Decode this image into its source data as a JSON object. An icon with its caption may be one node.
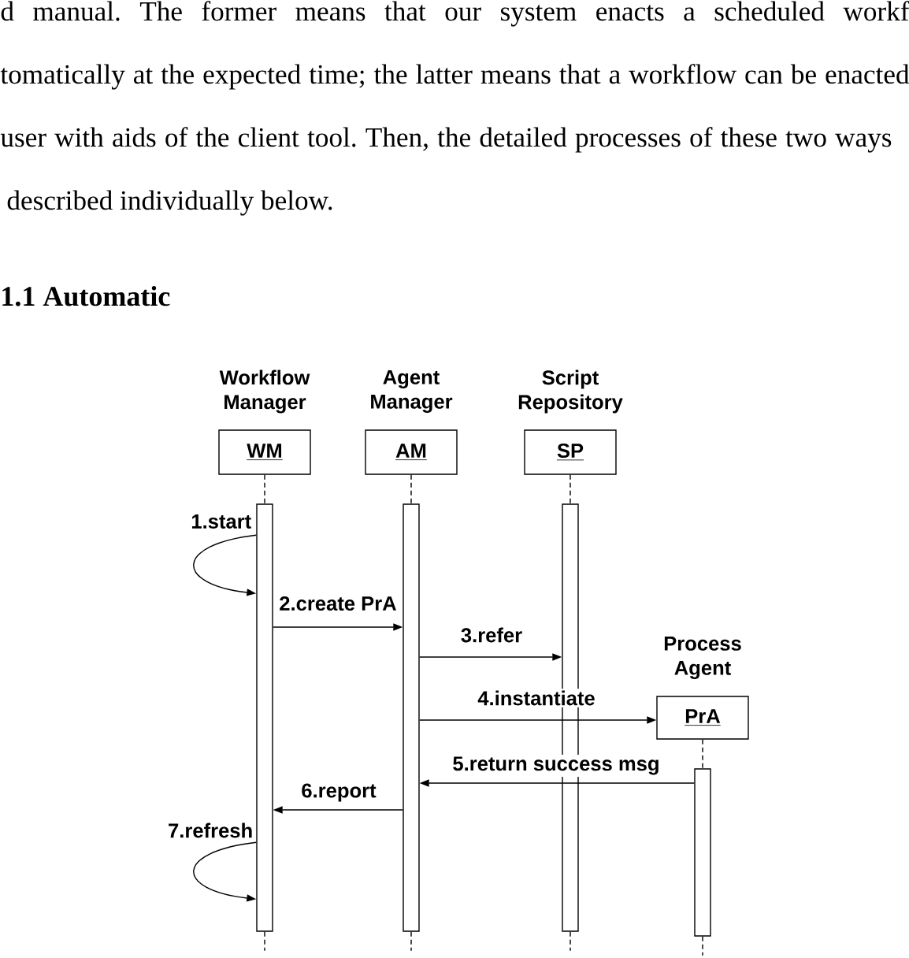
{
  "diagram": {
    "nodes": [
      {
        "text": [
          "Workflow Manager",
          "WM"
        ]
      },
      {
        "text": [
          "Agent Manager",
          "AM"
        ]
      },
      {
        "text": [
          "Script Repository",
          "SP"
        ]
      },
      {
        "text": [],
        "shape": "bar"
      },
      {
        "text": [],
        "shape": "bar"
      },
      {
        "text": [],
        "shape": "bar"
      },
      {
        "text": [
          "Process Agent",
          "PrA"
        ]
      },
      {
        "text": [],
        "shape": "bar"
      }
    ],
    "edges": [
      {
        "from": 0,
        "to": 3,
        "arrow": "none",
        "style": "dashed"
      },
      {
        "from": 1,
        "to": 4,
        "arrow": "none",
        "style": "dashed"
      },
      {
        "from": 2,
        "to": 5,
        "arrow": "none",
        "style": "dashed"
      },
      {
        "from": 3,
        "to": 3,
        "arrow": "to",
        "label": "1.start"
      },
      {
        "from": 3,
        "to": 4,
        "arrow": "to",
        "label": "2.create PrA"
      },
      {
        "from": 4,
        "to": 5,
        "arrow": "to",
        "label": "3.refer"
      },
      {
        "from": 4,
        "to": 6,
        "arrow": "to",
        "label": "4.instantiate"
      },
      {
        "from": 6,
        "to": 7,
        "arrow": "none",
        "style": "dashed"
      },
      {
        "from": 7,
        "to": 4,
        "arrow": "to",
        "label": "5.return success msg"
      },
      {
        "from": 4,
        "to": 3,
        "arrow": "to",
        "label": "6.report"
      },
      {
        "from": 3,
        "to": 3,
        "arrow": "to",
        "label": "7.refresh"
      },
      {
        "from": 3,
        "to": null,
        "arrow": "none",
        "style": "dashed"
      },
      {
        "from": 4,
        "to": null,
        "arrow": "none",
        "style": "dashed"
      },
      {
        "from": 5,
        "to": null,
        "arrow": "none",
        "style": "dashed"
      },
      {
        "from": 7,
        "to": null,
        "arrow": "none",
        "style": "dashed"
      }
    ],
    "labels": [
      "d manual. The former means that our system enacts a scheduled workf",
      "tomatically at the expected time; the latter means that a workflow can be enacted",
      "user with aids of the client tool. Then, the detailed processes of these two ways",
      "described individually below.",
      "1.1 Automatic"
    ]
  }
}
